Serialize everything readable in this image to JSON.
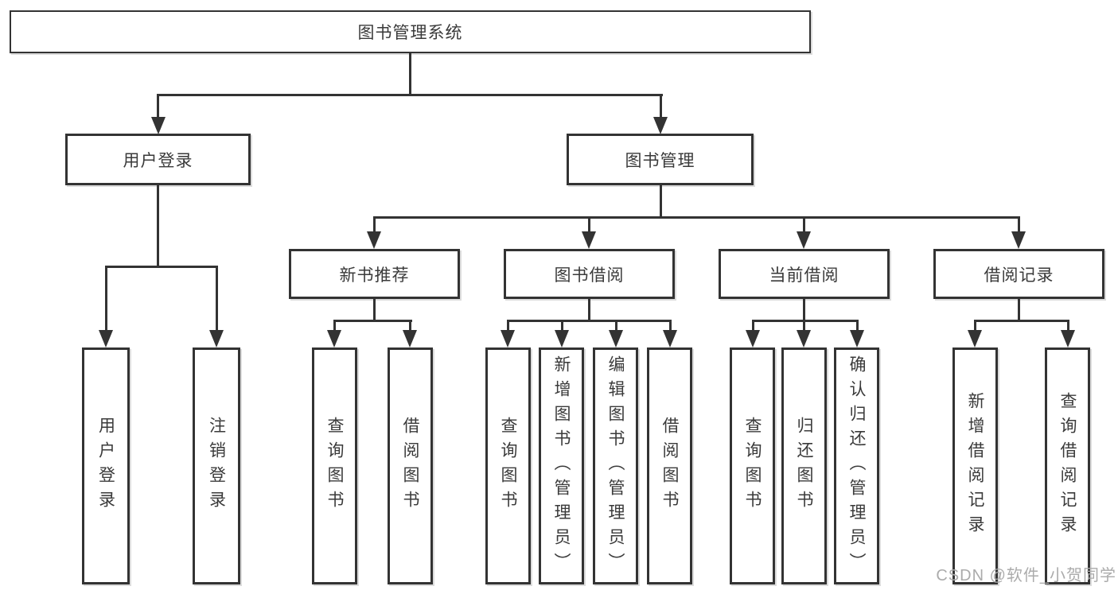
{
  "title": "图书管理系统",
  "watermark": "CSDN @软件_小贺同学",
  "colors": {
    "background": "#ffffff",
    "box_border": "#333333",
    "connector_line": "#333333",
    "text": "#3a3a3a",
    "watermark": "#ababab"
  },
  "chart_type": "functional-structure-tree",
  "tree": {
    "root": "图书管理系统",
    "branches": [
      {
        "label": "用户登录",
        "leaves": [
          "用户登录",
          "注销登录"
        ]
      },
      {
        "label": "图书管理",
        "sections": [
          {
            "label": "新书推荐",
            "leaves": [
              "查询图书",
              "借阅图书"
            ]
          },
          {
            "label": "图书借阅",
            "leaves": [
              "查询图书",
              "新增图书（管理员）",
              "编辑图书（管理员）",
              "借阅图书"
            ]
          },
          {
            "label": "当前借阅",
            "leaves": [
              "查询图书",
              "归还图书",
              "确认归还（管理员）"
            ]
          },
          {
            "label": "借阅记录",
            "leaves": [
              "新增借阅记录",
              "查询借阅记录"
            ]
          }
        ]
      }
    ]
  }
}
